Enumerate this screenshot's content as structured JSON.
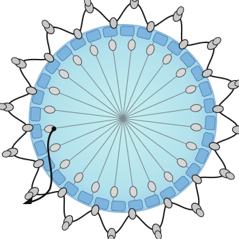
{
  "diagram": {
    "spoke_count": 24,
    "inner_bead_count": 24,
    "edge_block_count": 32,
    "outer_loop_count": 16,
    "colors": {
      "background": "#ffffff",
      "disk_center": "#b8e7ee",
      "disk_edge": "#9ccfe8",
      "disk_stroke": "#8fb7d8",
      "edge_block": "#7eb5df",
      "edge_block_stroke": "#4d83b3",
      "spoke": "#7d8b95",
      "inner_bead": "#d7d7d7",
      "inner_bead_stroke": "#4f4f4f",
      "outer_line": "#1b1b1b",
      "outer_bead": "#c8c8c8",
      "arrow": "#111111"
    }
  }
}
